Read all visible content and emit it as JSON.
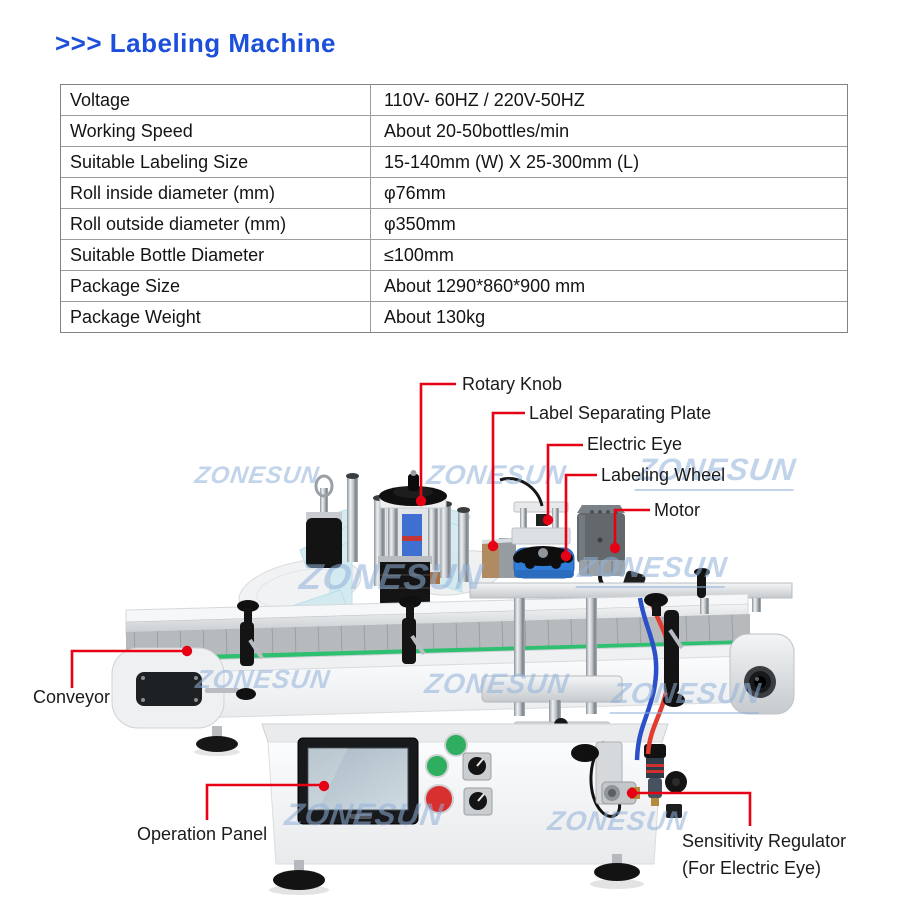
{
  "title": {
    "text": ">>> Labeling Machine",
    "color": "#1c50dc"
  },
  "spec_table": {
    "rows": [
      {
        "label": "Voltage",
        "value": "110V- 60HZ / 220V-50HZ"
      },
      {
        "label": "Working Speed",
        "value": "About 20-50bottles/min"
      },
      {
        "label": "Suitable Labeling Size",
        "value": "15-140mm (W) X 25-300mm (L)"
      },
      {
        "label": "Roll inside diameter (mm)",
        "value": "φ76mm"
      },
      {
        "label": "Roll outside diameter (mm)",
        "value": "φ350mm"
      },
      {
        "label": "Suitable Bottle Diameter",
        "value": "≤100mm"
      },
      {
        "label": "Package Size",
        "value": "About 1290*860*900 mm"
      },
      {
        "label": "Package Weight",
        "value": "About 130kg"
      }
    ]
  },
  "callouts": {
    "rotary_knob": "Rotary Knob",
    "label_separating_plate": "Label Separating Plate",
    "electric_eye": "Electric Eye",
    "labeling_wheel": "Labeling Wheel",
    "motor": "Motor",
    "conveyor": "Conveyor",
    "operation_panel": "Operation Panel",
    "sensitivity_regulator_line1": "Sensitivity Regulator",
    "sensitivity_regulator_line2": "(For Electric Eye)",
    "line_color": "#e60114"
  },
  "watermark": {
    "text": "ZONESUN",
    "color": "#8fb0d8"
  },
  "machine_colors": {
    "labeling_wheel_blue": "#2f7cd9",
    "belt_green": "#2fbf71",
    "start_button_green": "#2fae60",
    "stop_button_red": "#d8302f",
    "air_tube_red": "#e23b30",
    "air_tube_blue": "#2b50c8"
  }
}
